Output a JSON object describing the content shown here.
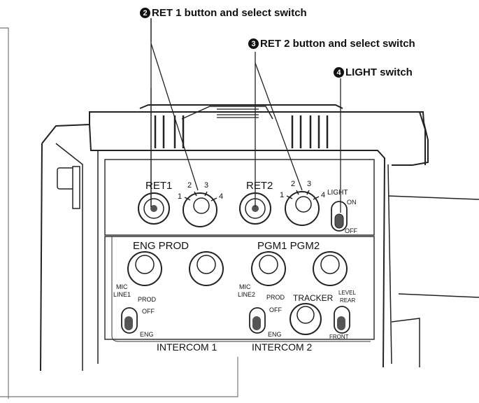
{
  "callouts": {
    "c2": {
      "number": "2",
      "text": "RET 1 button and select switch"
    },
    "c3": {
      "number": "3",
      "text": "RET 2 button and select switch"
    },
    "c4": {
      "number": "4",
      "text": "LIGHT switch"
    }
  },
  "panel": {
    "ret1": "RET1",
    "ret2": "RET2",
    "ret1_positions": [
      "1",
      "2",
      "3",
      "4"
    ],
    "ret2_positions": [
      "1",
      "2",
      "3",
      "4"
    ],
    "light": "LIGHT",
    "light_on": "ON",
    "light_off": "OFF",
    "eng_prod": "ENG PROD",
    "pgm": "PGM1 PGM2",
    "mic_line1": [
      "MIC",
      "LINE1"
    ],
    "mic_line2": [
      "MIC",
      "LINE2"
    ],
    "prod1": "PROD",
    "prod2": "PROD",
    "off1": "OFF",
    "off2": "OFF",
    "eng1": "ENG",
    "eng2": "ENG",
    "tracker": "TRACKER",
    "level": "LEVEL",
    "rear": "REAR",
    "front": "FRONT",
    "intercom1": "INTERCOM 1",
    "intercom2": "INTERCOM 2"
  }
}
